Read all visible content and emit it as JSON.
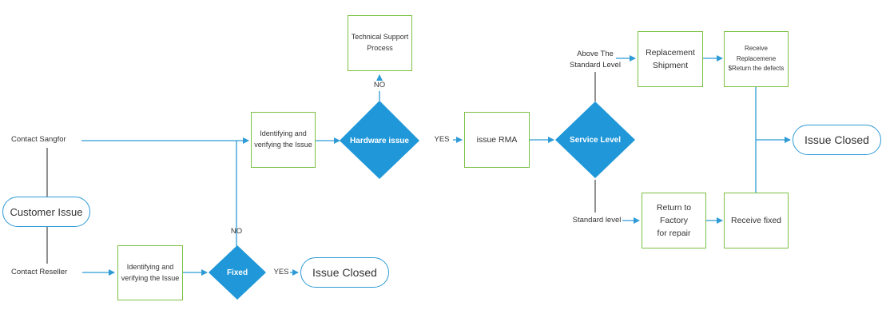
{
  "colors": {
    "box_border": "#7cc143",
    "diamond_fill": "#1f97d8",
    "arrow": "#2f9bd6",
    "connector": "#555555",
    "pill_border": "#2f9bd6"
  },
  "nodes": {
    "customer_issue": "Customer Issue",
    "contact_sangfor": "Contact Sangfor",
    "contact_reseller": "Contact Reseller",
    "identify_top": [
      "Identifying and",
      "verifying the Issue"
    ],
    "identify_bottom": [
      "Identifying and",
      "verifying the Issue"
    ],
    "fixed": "Fixed",
    "issue_closed_bottom": "Issue Closed",
    "hardware_issue": "Hardware issue",
    "technical_support": [
      "Technical Support",
      "Process"
    ],
    "issue_rma": "issue RMA",
    "service_level": "Service Level",
    "above_standard": [
      "Above The",
      "Standard Level"
    ],
    "standard_level": "Standard level",
    "replacement_shipment": [
      "Replacement",
      "Shipment"
    ],
    "receive_replacement": [
      "Receive Replacemene",
      "$Return the defects"
    ],
    "return_to_factory": [
      "Return to Factory",
      "for repair"
    ],
    "receive_fixed": "Receive fixed",
    "issue_closed_right": "Issue Closed"
  },
  "edge_labels": {
    "no_up": "NO",
    "yes_hardware": "YES",
    "no_fixed": "NO",
    "yes_fixed": "YES"
  }
}
